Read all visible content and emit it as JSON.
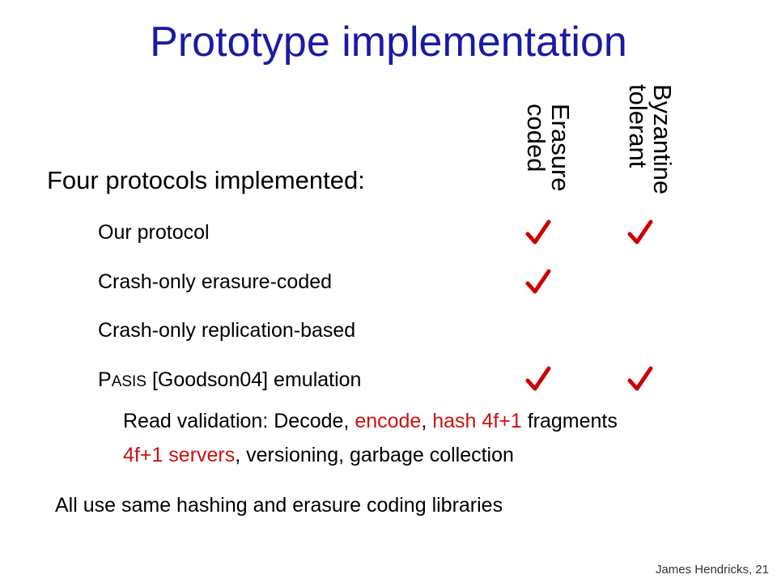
{
  "title": "Prototype implementation",
  "columns": {
    "erasure_line1": "Erasure",
    "erasure_line2": "coded",
    "byzantine_line1": "Byzantine",
    "byzantine_line2": "tolerant"
  },
  "intro": "Four protocols implemented:",
  "protocols": [
    {
      "label": "Our protocol",
      "erasure_coded": true,
      "byzantine_tolerant": true
    },
    {
      "label": "Crash-only erasure-coded",
      "erasure_coded": true,
      "byzantine_tolerant": false
    },
    {
      "label": "Crash-only replication-based",
      "erasure_coded": false,
      "byzantine_tolerant": false
    },
    {
      "label_initial": "P",
      "label_smallcaps": "ASIS",
      "label_rest": " [Goodson04]  emulation",
      "erasure_coded": true,
      "byzantine_tolerant": true
    }
  ],
  "pasis_details": {
    "line1": [
      "Read validation:",
      " Decode, ",
      "encode",
      ", ",
      "hash 4f+1",
      " fragments"
    ],
    "line2": [
      "4f+1 servers",
      ", versioning, garbage collection"
    ]
  },
  "summary": "All use same hashing and erasure coding libraries",
  "footer": "James Hendricks, 21",
  "colors": {
    "title": "#1a1aa6",
    "highlight": "#cc1111",
    "check": "#cc0000"
  },
  "icons": {
    "check": "checkmark-icon"
  }
}
